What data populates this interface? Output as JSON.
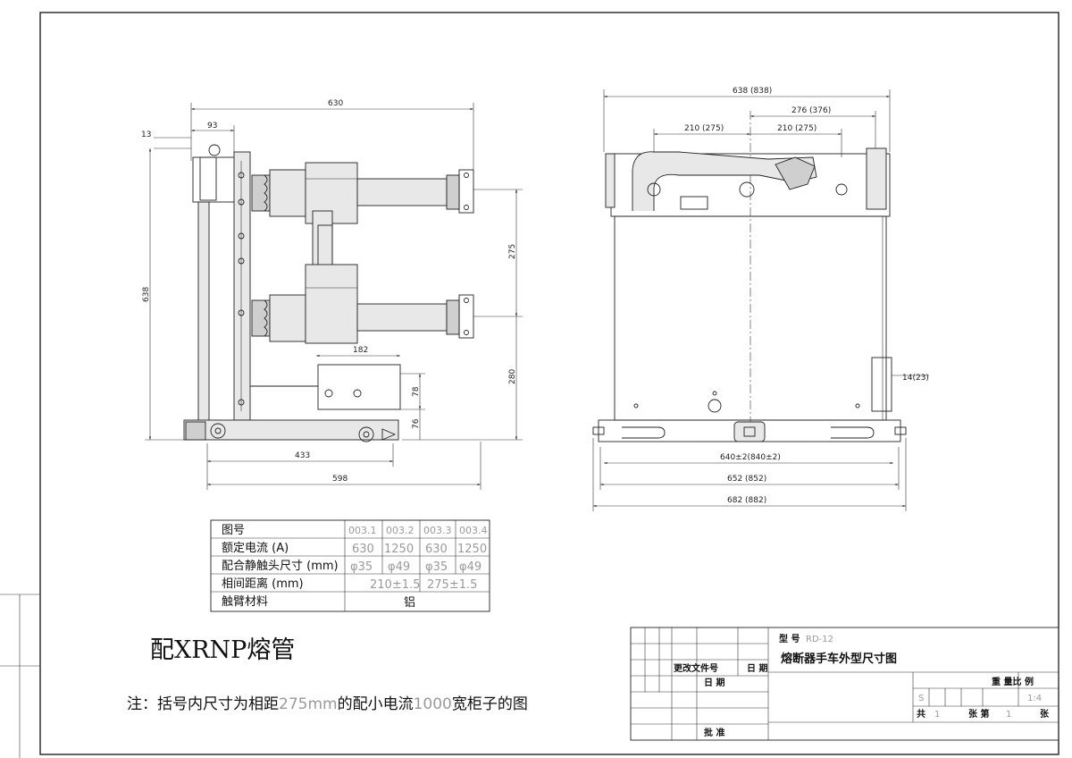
{
  "left_view": {
    "dims": {
      "width_630": "630",
      "offset_93": "93",
      "offset_13": "13",
      "height_638": "638",
      "pitch_275": "275",
      "lower_280": "280",
      "bracket_182": "182",
      "bracket_78": "78",
      "bracket_76": "76",
      "base_433": "433",
      "base_598": "598"
    }
  },
  "right_view": {
    "dims": {
      "overall_top": "638 (838)",
      "span_276": "276 (376)",
      "phase_left": "210 (275)",
      "phase_right": "210 (275)",
      "side_14": "14(23)",
      "wheel_track": "640±2(840±2)",
      "base_652": "652 (852)",
      "base_682": "682 (882)"
    }
  },
  "spec_table": {
    "rows": [
      {
        "label": "图号",
        "cells": [
          "003.1",
          "003.2",
          "003.3",
          "003.4"
        ]
      },
      {
        "label": "额定电流 (A)",
        "cells": [
          "630",
          "1250",
          "630",
          "1250"
        ]
      },
      {
        "label": "配合静触头尺寸 (mm)",
        "cells": [
          "φ35",
          "φ49",
          "φ35",
          "φ49"
        ]
      },
      {
        "label": "相间距离  (mm)",
        "cells": [
          "210±1.5",
          "275±1.5"
        ]
      },
      {
        "label": "触臂材料",
        "cells": [
          "铝"
        ]
      }
    ]
  },
  "caption": "配XRNP熔管",
  "note": {
    "prefix": "注：括号内尺寸为相距",
    "value1": "275mm",
    "middle": "的配小电流",
    "value2": "1000",
    "suffix": "宽柜子的图"
  },
  "title_block": {
    "model_label": "型 号",
    "model_value": "RD-12",
    "drawing_title": "熔断器手车外型尺寸图",
    "change_doc": "更改文件号",
    "date_short": "日 期",
    "date": "日  期",
    "approve": "批  准",
    "weight_scale": "重  量比  例",
    "sheet_code": "S",
    "scale": "1:4",
    "total_label": "共",
    "total_value": "1",
    "sheet_label": "张 第",
    "sheet_value": "1",
    "sheet_unit": "张"
  }
}
